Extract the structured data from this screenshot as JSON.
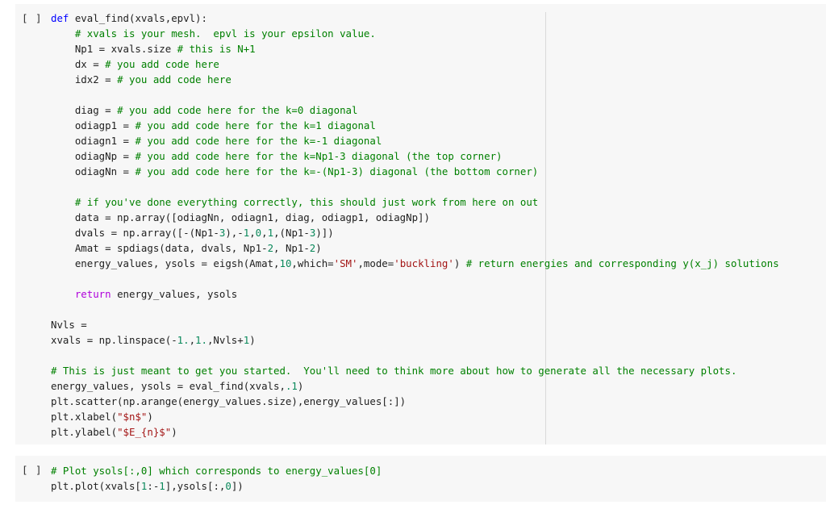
{
  "colors": {
    "keyword": "#0000ff",
    "comment": "#008000",
    "number": "#09885a",
    "string": "#a31515",
    "return_keyword": "#af00db",
    "default": "#212121",
    "cell_background": "#f7f7f7"
  },
  "cells": [
    {
      "run_indicator": "[ ]",
      "lines": [
        [
          {
            "t": "def",
            "c": "keyword"
          },
          {
            "t": " eval_find(xvals,epvl):",
            "c": "default"
          }
        ],
        [
          {
            "t": "    ",
            "c": "default"
          },
          {
            "t": "# xvals is your mesh.  epvl is your epsilon value.",
            "c": "comment"
          }
        ],
        [
          {
            "t": "    Np1 = xvals.size ",
            "c": "default"
          },
          {
            "t": "# this is N+1",
            "c": "comment"
          }
        ],
        [
          {
            "t": "    dx = ",
            "c": "default"
          },
          {
            "t": "# you add code here",
            "c": "comment"
          }
        ],
        [
          {
            "t": "    idx2 = ",
            "c": "default"
          },
          {
            "t": "# you add code here",
            "c": "comment"
          }
        ],
        [],
        [
          {
            "t": "    diag = ",
            "c": "default"
          },
          {
            "t": "# you add code here for the k=0 diagonal",
            "c": "comment"
          }
        ],
        [
          {
            "t": "    odiagp1 = ",
            "c": "default"
          },
          {
            "t": "# you add code here for the k=1 diagonal",
            "c": "comment"
          }
        ],
        [
          {
            "t": "    odiagn1 = ",
            "c": "default"
          },
          {
            "t": "# you add code here for the k=-1 diagonal",
            "c": "comment"
          }
        ],
        [
          {
            "t": "    odiagNp = ",
            "c": "default"
          },
          {
            "t": "# you add code here for the k=Np1-3 diagonal (the top corner)",
            "c": "comment"
          }
        ],
        [
          {
            "t": "    odiagNn = ",
            "c": "default"
          },
          {
            "t": "# you add code here for the k=-(Np1-3) diagonal (the bottom corner)",
            "c": "comment"
          }
        ],
        [],
        [
          {
            "t": "    ",
            "c": "default"
          },
          {
            "t": "# if you've done everything correctly, this should just work from here on out",
            "c": "comment"
          }
        ],
        [
          {
            "t": "    data = np.array([odiagNn, odiagn1, diag, odiagp1, odiagNp])",
            "c": "default"
          }
        ],
        [
          {
            "t": "    dvals = np.array([-(Np1-",
            "c": "default"
          },
          {
            "t": "3",
            "c": "number"
          },
          {
            "t": "),-",
            "c": "default"
          },
          {
            "t": "1",
            "c": "number"
          },
          {
            "t": ",",
            "c": "default"
          },
          {
            "t": "0",
            "c": "number"
          },
          {
            "t": ",",
            "c": "default"
          },
          {
            "t": "1",
            "c": "number"
          },
          {
            "t": ",(Np1-",
            "c": "default"
          },
          {
            "t": "3",
            "c": "number"
          },
          {
            "t": ")])",
            "c": "default"
          }
        ],
        [
          {
            "t": "    Amat = spdiags(data, dvals, Np1-",
            "c": "default"
          },
          {
            "t": "2",
            "c": "number"
          },
          {
            "t": ", Np1-",
            "c": "default"
          },
          {
            "t": "2",
            "c": "number"
          },
          {
            "t": ")",
            "c": "default"
          }
        ],
        [
          {
            "t": "    energy_values, ysols = eigsh(Amat,",
            "c": "default"
          },
          {
            "t": "10",
            "c": "number"
          },
          {
            "t": ",which=",
            "c": "default"
          },
          {
            "t": "'SM'",
            "c": "string"
          },
          {
            "t": ",mode=",
            "c": "default"
          },
          {
            "t": "'buckling'",
            "c": "string"
          },
          {
            "t": ") ",
            "c": "default"
          },
          {
            "t": "# return energies and corresponding y(x_j) solutions",
            "c": "comment"
          }
        ],
        [],
        [
          {
            "t": "    ",
            "c": "default"
          },
          {
            "t": "return",
            "c": "return_keyword"
          },
          {
            "t": " energy_values, ysols",
            "c": "default"
          }
        ],
        [],
        [
          {
            "t": "Nvls =",
            "c": "default"
          }
        ],
        [
          {
            "t": "xvals = np.linspace(-",
            "c": "default"
          },
          {
            "t": "1.",
            "c": "number"
          },
          {
            "t": ",",
            "c": "default"
          },
          {
            "t": "1.",
            "c": "number"
          },
          {
            "t": ",Nvls+",
            "c": "default"
          },
          {
            "t": "1",
            "c": "number"
          },
          {
            "t": ")",
            "c": "default"
          }
        ],
        [],
        [
          {
            "t": "# This is just meant to get you started.  You'll need to think more about how to generate all the necessary plots.",
            "c": "comment"
          }
        ],
        [
          {
            "t": "energy_values, ysols = eval_find(xvals,",
            "c": "default"
          },
          {
            "t": ".1",
            "c": "number"
          },
          {
            "t": ")",
            "c": "default"
          }
        ],
        [
          {
            "t": "plt.scatter(np.arange(energy_values.size),energy_values[:])",
            "c": "default"
          }
        ],
        [
          {
            "t": "plt.xlabel(",
            "c": "default"
          },
          {
            "t": "\"$n$\"",
            "c": "string"
          },
          {
            "t": ")",
            "c": "default"
          }
        ],
        [
          {
            "t": "plt.ylabel(",
            "c": "default"
          },
          {
            "t": "\"$E_{n}$\"",
            "c": "string"
          },
          {
            "t": ")",
            "c": "default"
          }
        ]
      ]
    },
    {
      "run_indicator": "[ ]",
      "lines": [
        [
          {
            "t": "# Plot ysols[:,0] which corresponds to energy_values[0]",
            "c": "comment"
          }
        ],
        [
          {
            "t": "plt.plot(xvals[",
            "c": "default"
          },
          {
            "t": "1",
            "c": "number"
          },
          {
            "t": ":-",
            "c": "default"
          },
          {
            "t": "1",
            "c": "number"
          },
          {
            "t": "],ysols[:,",
            "c": "default"
          },
          {
            "t": "0",
            "c": "number"
          },
          {
            "t": "])",
            "c": "default"
          }
        ]
      ]
    }
  ]
}
